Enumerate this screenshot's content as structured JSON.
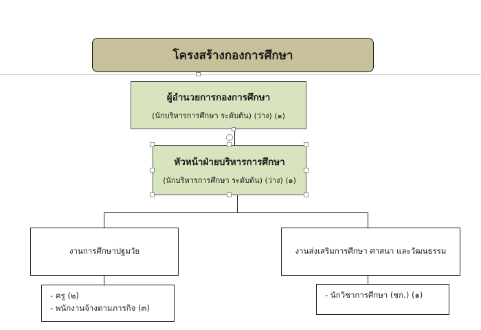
{
  "title": "โครงสร้างกองการศึกษา",
  "director": {
    "title": "ผู้อำนวยการกองการศึกษา",
    "subtitle": "(นักบริหารการศึกษา ระดับต้น) (ว่าง) (๑)"
  },
  "division_head": {
    "title": "หัวหน้าฝ่ายบริหารการศึกษา",
    "subtitle": "(นักบริหารการศึกษา ระดับต้น) (ว่าง) (๑)"
  },
  "units": [
    {
      "name": "งานการศึกษาปฐมวัย",
      "staff": [
        "- ครู  (๒)",
        "- พนักงานจ้างตามภารกิจ (๓)"
      ]
    },
    {
      "name": "งานส่งเสริมการศึกษา ศาสนา และวัฒนธรรม",
      "staff": [
        "- นักวิชาการศึกษา (ชก.) (๑)"
      ]
    }
  ],
  "colors": {
    "title_fill": "#c8bf9b",
    "position_fill": "#d7e4bd",
    "border": "#1a1a1a"
  }
}
